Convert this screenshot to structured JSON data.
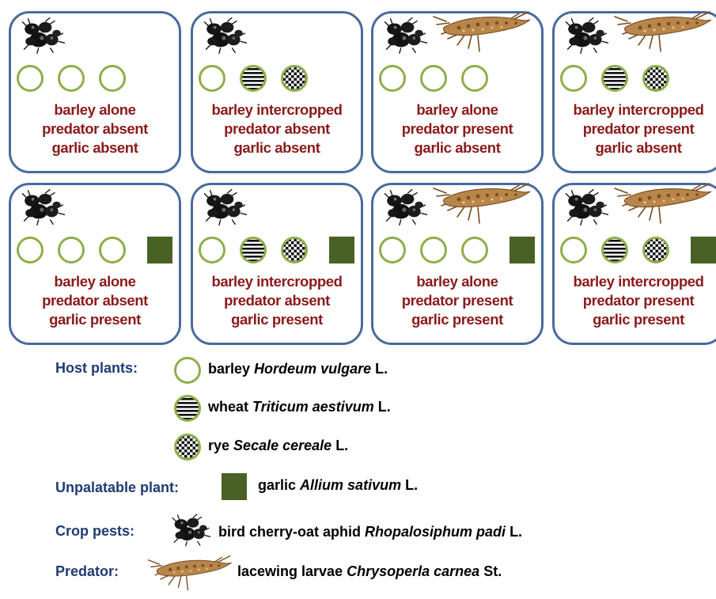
{
  "colors": {
    "panel_border": "#4a6a9c",
    "panel_text": "#8b1a1a",
    "legend_heading": "#1f3b73",
    "plant_outline": "#8fae4a",
    "garlic_fill": "#4a6126"
  },
  "panels": [
    {
      "line1": "barley alone",
      "line2": "predator absent",
      "line3": "garlic absent",
      "plants": [
        "barley",
        "barley",
        "barley"
      ],
      "garlic": false,
      "predator": false
    },
    {
      "line1": "barley intercropped",
      "line2": "predator absent",
      "line3": "garlic absent",
      "plants": [
        "barley",
        "wheat",
        "rye"
      ],
      "garlic": false,
      "predator": false
    },
    {
      "line1": "barley alone",
      "line2": "predator present",
      "line3": "garlic absent",
      "plants": [
        "barley",
        "barley",
        "barley"
      ],
      "garlic": false,
      "predator": true
    },
    {
      "line1": "barley intercropped",
      "line2": "predator present",
      "line3": "garlic absent",
      "plants": [
        "barley",
        "wheat",
        "rye"
      ],
      "garlic": false,
      "predator": true
    },
    {
      "line1": "barley alone",
      "line2": "predator absent",
      "line3": "garlic present",
      "plants": [
        "barley",
        "barley",
        "barley"
      ],
      "garlic": true,
      "predator": false
    },
    {
      "line1": "barley intercropped",
      "line2": "predator absent",
      "line3": "garlic present",
      "plants": [
        "barley",
        "wheat",
        "rye"
      ],
      "garlic": true,
      "predator": false
    },
    {
      "line1": "barley alone",
      "line2": "predator present",
      "line3": "garlic present",
      "plants": [
        "barley",
        "barley",
        "barley"
      ],
      "garlic": true,
      "predator": true
    },
    {
      "line1": "barley intercropped",
      "line2": "predator present",
      "line3": "garlic present",
      "plants": [
        "barley",
        "wheat",
        "rye"
      ],
      "garlic": true,
      "predator": true
    }
  ],
  "legend": {
    "host_plants_label": "Host plants:",
    "barley_common": "barley",
    "barley_latin": "Hordeum vulgare",
    "barley_author": "L.",
    "wheat_common": "wheat",
    "wheat_latin": "Triticum aestivum",
    "wheat_author": "L.",
    "rye_common": "rye",
    "rye_latin": "Secale cereale",
    "rye_author": "L.",
    "unpalatable_label": "Unpalatable plant:",
    "garlic_common": "garlic",
    "garlic_latin": "Allium sativum",
    "garlic_author": "L.",
    "pests_label": "Crop pests:",
    "aphid_common": "bird cherry-oat aphid",
    "aphid_latin": "Rhopalosiphum padi",
    "aphid_author": "L.",
    "predator_label": "Predator:",
    "lacewing_common": "lacewing larvae",
    "lacewing_latin": "Chrysoperla carnea",
    "lacewing_author": "St."
  }
}
